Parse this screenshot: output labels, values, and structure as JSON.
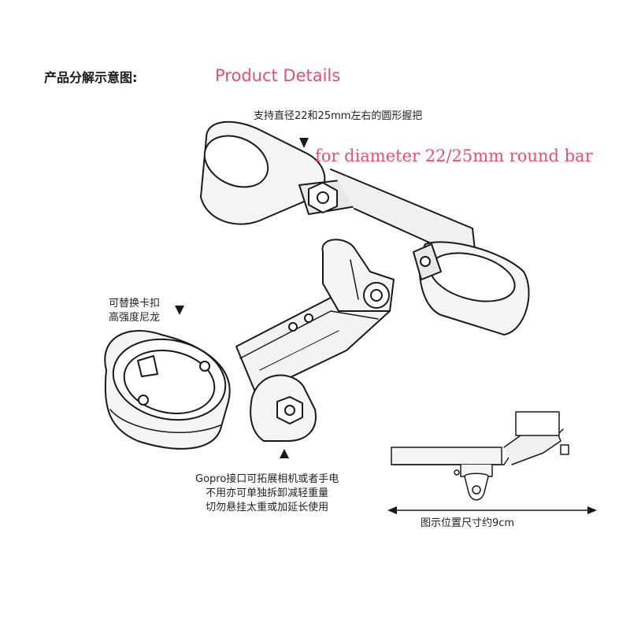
{
  "title_cn": "产品分解示意图:",
  "title_en": "Product Details",
  "bar_note_cn": "支持直径22和25mm左右的圆形握把",
  "bar_note_en": "for diameter 22/25mm round bar",
  "mount_note_cn": [
    "可替换卡扣",
    "高强度尼龙"
  ],
  "gopro_note_cn": [
    "Gopro接口可拓展相机或者手电",
    "不用亦可单独拆卸减轻重量",
    "切勿悬挂太重或加延长使用"
  ],
  "size_note_cn": "图示位置尺寸约9cm",
  "colors": {
    "accent": "#e0526e",
    "line": "#1a1a1a",
    "fill": "#f4f4f4"
  }
}
